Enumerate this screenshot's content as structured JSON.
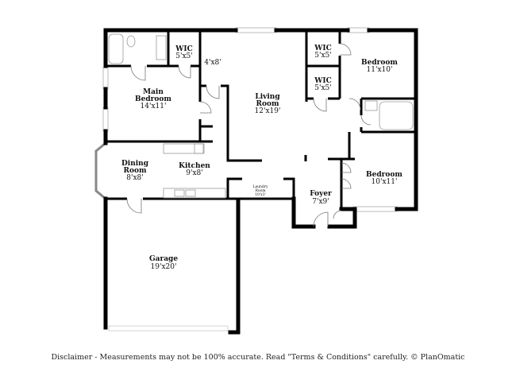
{
  "rooms": [
    {
      "name": "WIC",
      "size": "5'x5'"
    },
    {
      "name": "",
      "size": "4'x8'"
    },
    {
      "name": "Main Bedroom",
      "line1": "Main",
      "line2": "Bedroom",
      "size": "14'x11'"
    },
    {
      "name": "Living Room",
      "line1": "Living",
      "line2": "Room",
      "size": "12'x19'"
    },
    {
      "name": "WIC",
      "size": "5'x5'"
    },
    {
      "name": "WIC",
      "size": "5'x5'"
    },
    {
      "name": "Bedroom",
      "size": "11'x10'"
    },
    {
      "name": "Dining Room",
      "line1": "Dining",
      "line2": "Room",
      "size": "8'x8'"
    },
    {
      "name": "Kitchen",
      "size": "9'x8'"
    },
    {
      "name": "Laundry Room",
      "line1": "Laundry",
      "line2": "Room",
      "size": "10'x3'"
    },
    {
      "name": "Foyer",
      "size": "7'x9'"
    },
    {
      "name": "Bedroom",
      "size": "10'x11'"
    },
    {
      "name": "Garage",
      "size": "19'x20'"
    }
  ],
  "disclaimer": "Disclaimer - Measurements may not be 100% accurate. Read \"Terms & Conditions\" carefully. © PlanOmatic"
}
